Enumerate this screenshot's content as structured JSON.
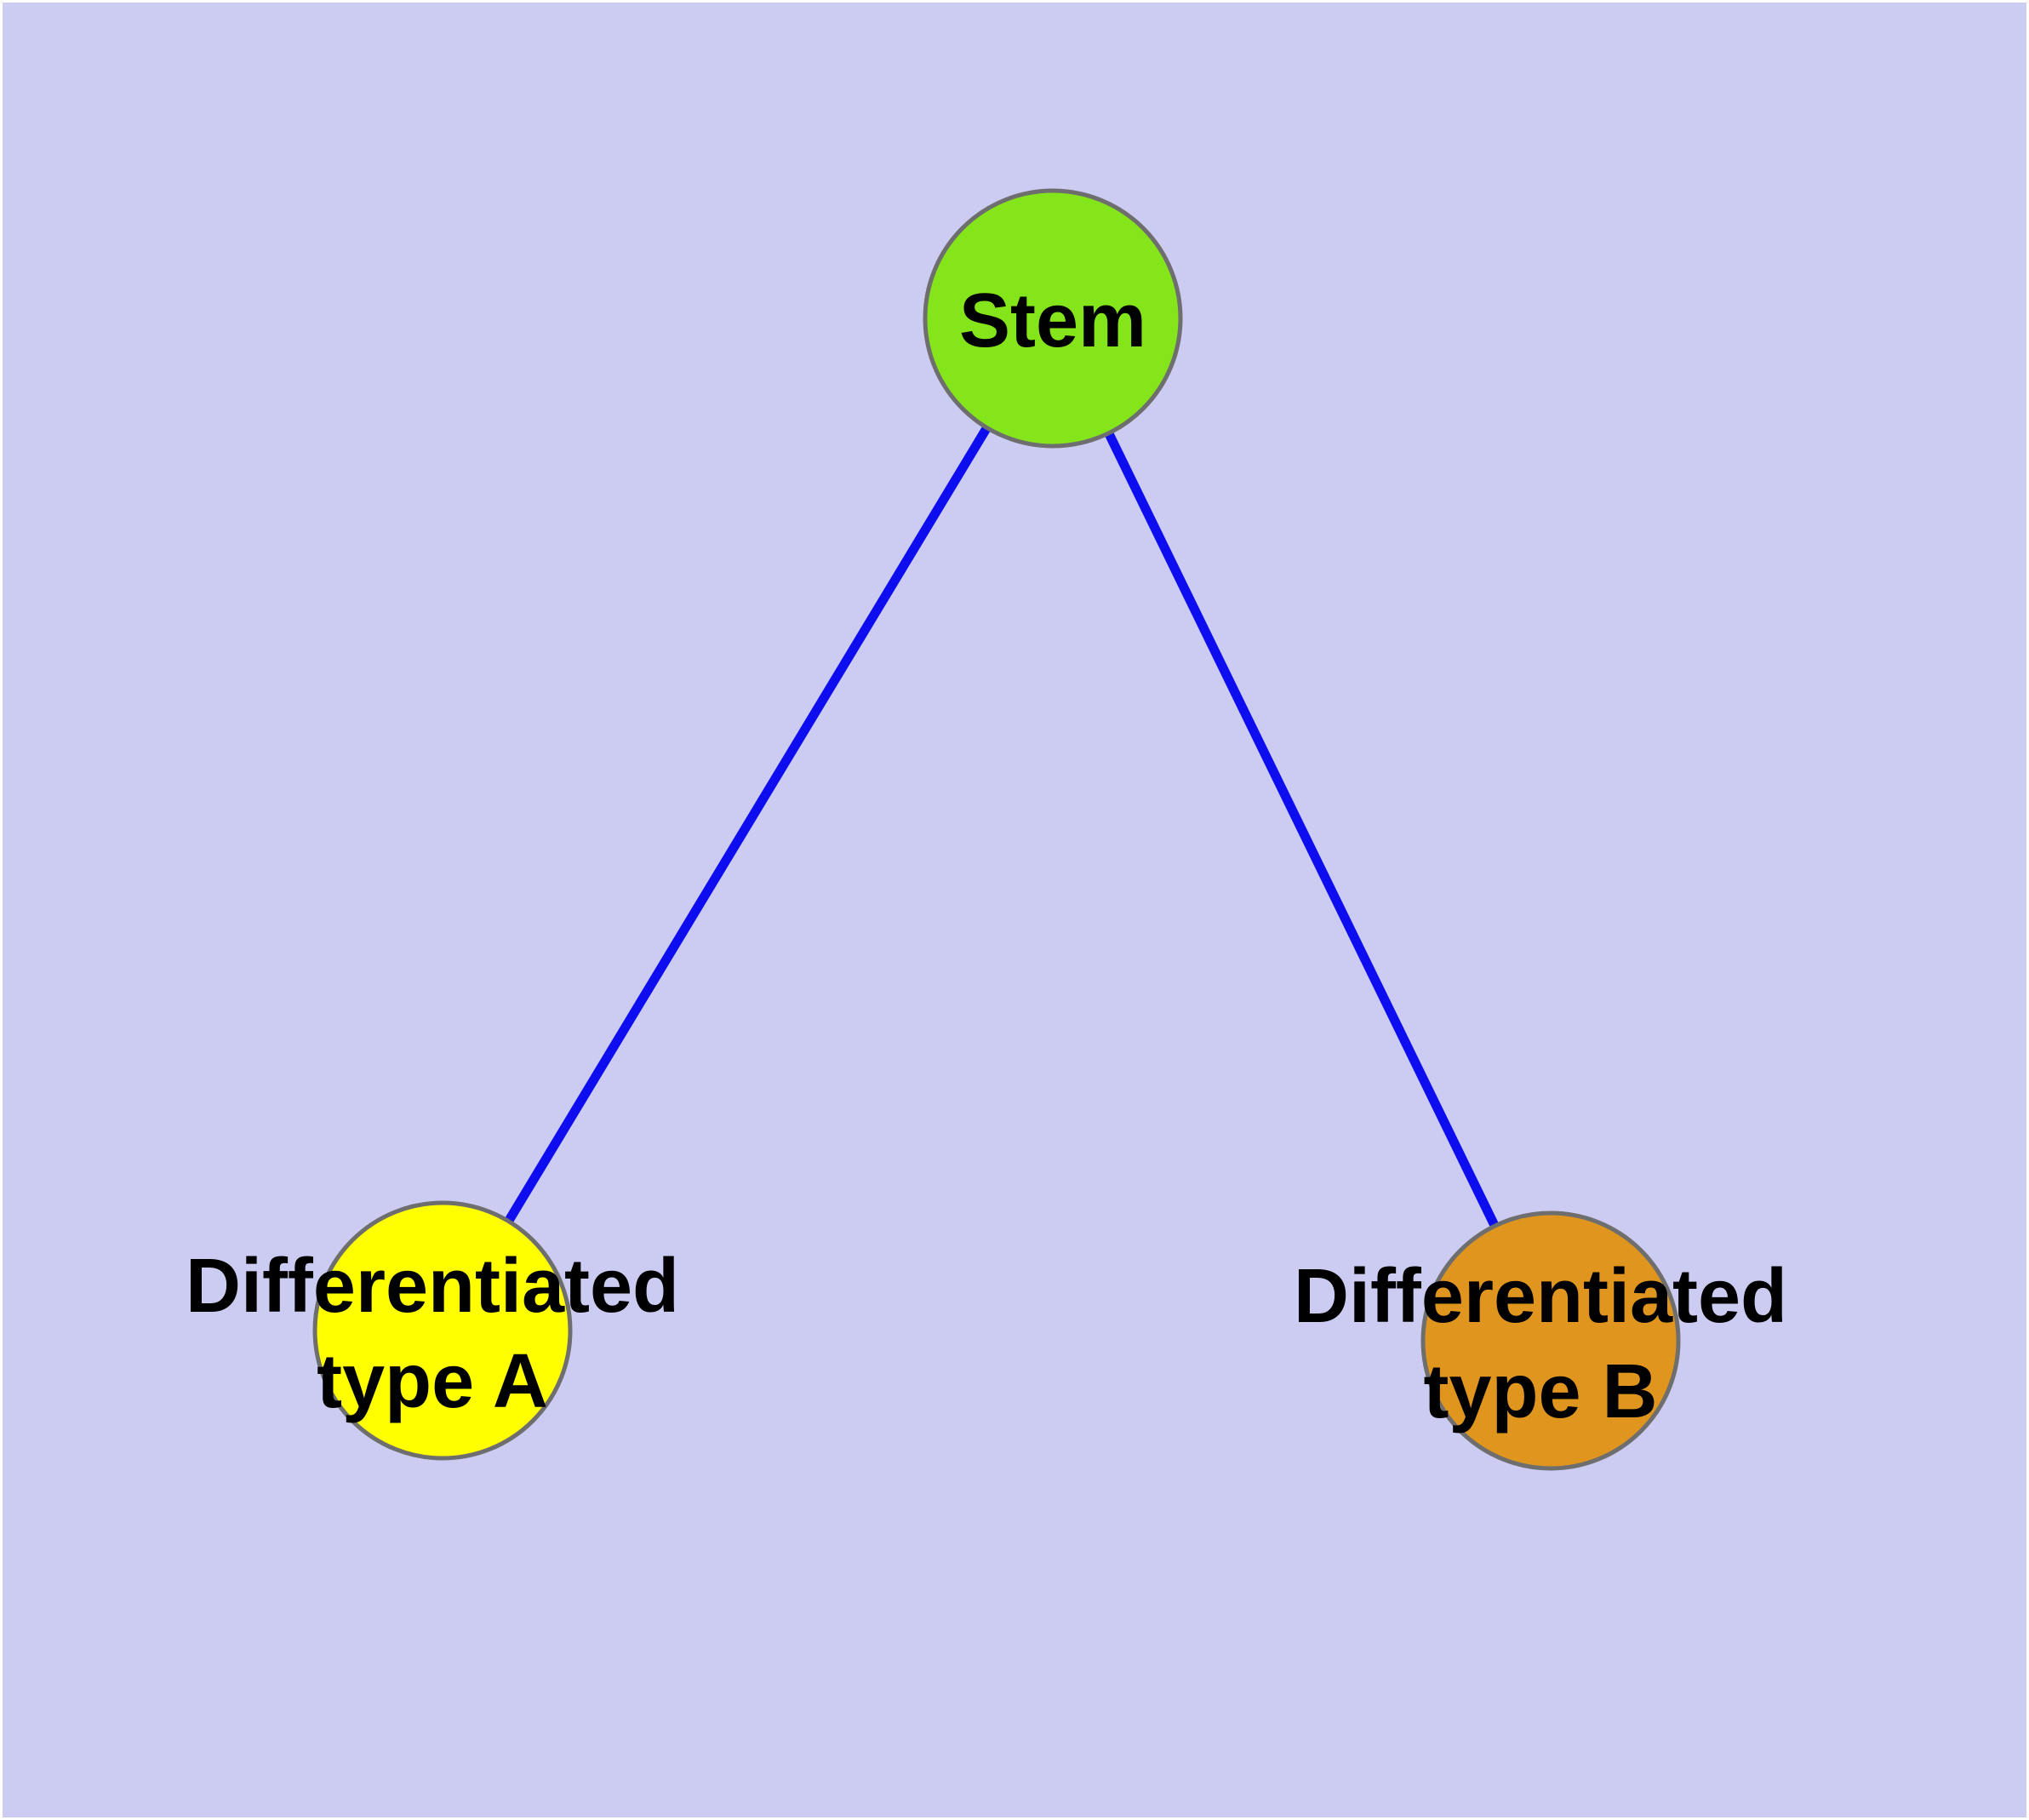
{
  "diagram": {
    "type": "node-link-graph",
    "background_color": "#CCCCF2",
    "page_margin_color": "#FFFFFF",
    "node_border_color": "#6E6E6E",
    "edge_color": "#0D0DF0",
    "label_color": "#000000",
    "nodes": [
      {
        "id": "stem",
        "label": "Stem",
        "fill": "#84E61A",
        "border_color": "#6E6E6E"
      },
      {
        "id": "differentiated-type-a",
        "label_line1": "Differentiated",
        "label_line2": "type A",
        "fill": "#FFFF00",
        "border_color": "#6E6E6E"
      },
      {
        "id": "differentiated-type-b",
        "label_line1": "Differentiated",
        "label_line2": "type B",
        "fill": "#E0961E",
        "border_color": "#6E6E6E"
      }
    ],
    "edges": [
      {
        "from": "stem",
        "to": "differentiated-type-a",
        "color": "#0D0DF0"
      },
      {
        "from": "stem",
        "to": "differentiated-type-b",
        "color": "#0D0DF0"
      }
    ]
  }
}
